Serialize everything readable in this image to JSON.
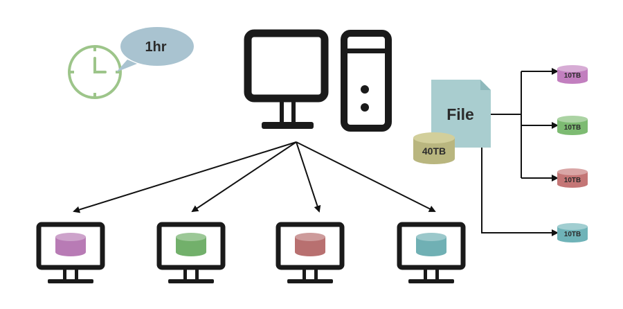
{
  "timer": {
    "label": "1hr",
    "bubble_color": "#a9c3d0",
    "clock_color": "#9dc58a"
  },
  "file": {
    "label": "File",
    "color": "#a9cdcf"
  },
  "source_disk": {
    "label": "40TB",
    "color": "#b9b67f"
  },
  "target_disks": [
    {
      "label": "10TB",
      "color": "#c27fbf"
    },
    {
      "label": "10TB",
      "color": "#7dbb72"
    },
    {
      "label": "10TB",
      "color": "#c47676"
    },
    {
      "label": "10TB",
      "color": "#6fb3b8"
    }
  ],
  "worker_disks": [
    {
      "color": "#b87bb5"
    },
    {
      "color": "#72b06b"
    },
    {
      "color": "#b87070"
    },
    {
      "color": "#70b0b4"
    }
  ]
}
